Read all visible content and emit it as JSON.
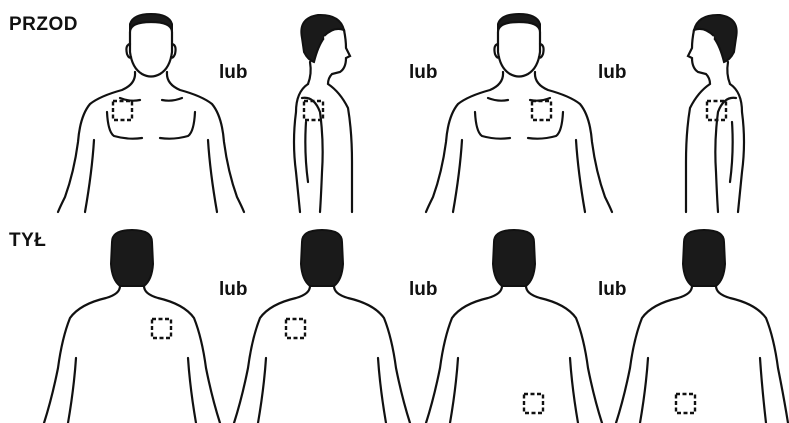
{
  "sections": {
    "front": {
      "label": "PRZOD"
    },
    "back": {
      "label": "TYŁ"
    }
  },
  "separator": "lub",
  "colors": {
    "ink": "#111111",
    "background": "#ffffff"
  }
}
